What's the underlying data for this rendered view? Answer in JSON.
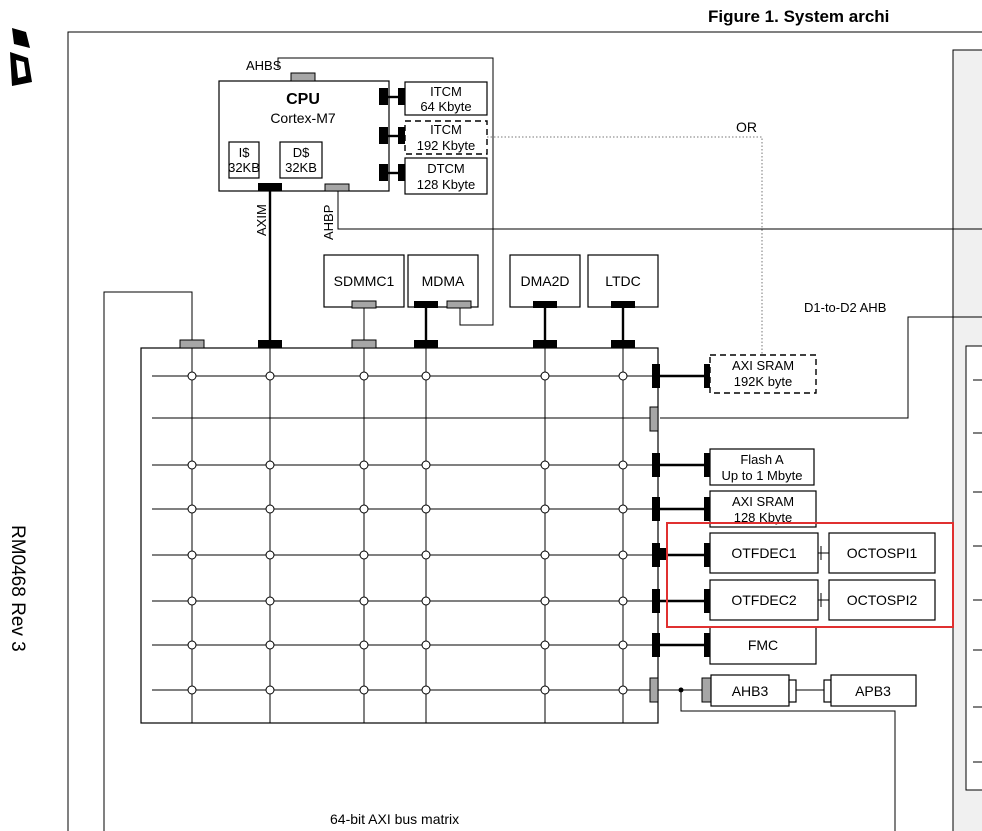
{
  "header": {
    "figure_title": "Figure 1. System archi",
    "side_text": "RM0468 Rev 3"
  },
  "cpu": {
    "title": "CPU",
    "subtitle": "Cortex-M7",
    "icache": [
      "I$",
      "32KB"
    ],
    "dcache": [
      "D$",
      "32KB"
    ]
  },
  "cpu_ports": {
    "ahbs": "AHBS",
    "axim": "AXIM",
    "ahbp": "AHBP"
  },
  "tcm": {
    "itcm64": [
      "ITCM",
      "64 Kbyte"
    ],
    "itcm192": [
      "ITCM",
      "192 Kbyte"
    ],
    "dtcm": [
      "DTCM",
      "128 Kbyte"
    ],
    "or_label": "OR"
  },
  "masters": [
    "SDMMC1",
    "MDMA",
    "DMA2D",
    "LTDC"
  ],
  "bus": {
    "d1_to_d2": "D1-to-D2 AHB",
    "matrix_label": "64-bit AXI bus matrix"
  },
  "slaves": {
    "axi_sram_192": [
      "AXI SRAM",
      "192K byte"
    ],
    "flash_a": [
      "Flash A",
      "Up to 1 Mbyte"
    ],
    "axi_sram_128": [
      "AXI SRAM",
      "128 Kbyte"
    ],
    "otfdec1": "OTFDEC1",
    "octospi1": "OCTOSPI1",
    "otfdec2": "OTFDEC2",
    "octospi2": "OCTOSPI2",
    "fmc": "FMC",
    "ahb3": "AHB3",
    "apb3": "APB3"
  },
  "colors": {
    "highlight": "#e03030",
    "port_gray": "#a6a6a6",
    "panel": "#f0f0f0"
  }
}
